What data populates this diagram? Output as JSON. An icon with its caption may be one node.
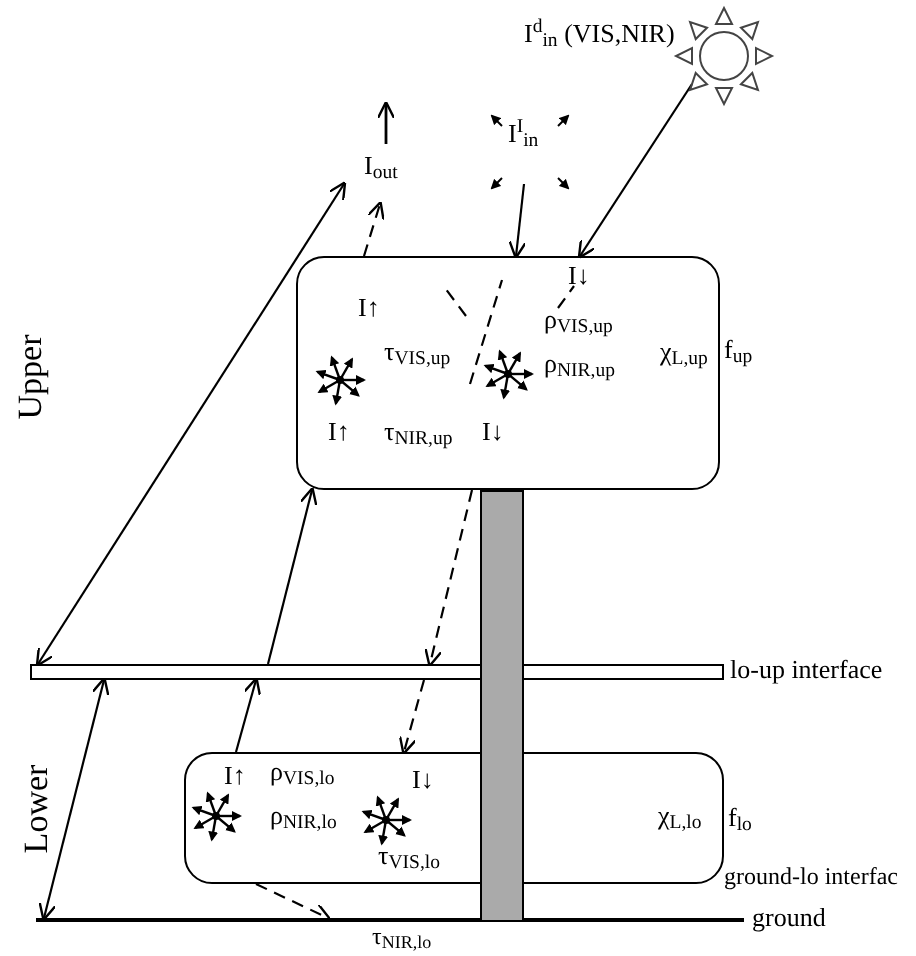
{
  "diagram": {
    "nodes": [
      {
        "text": [
          "I↓",
          "I↑",
          "ρ$_{VIS,up}$",
          "χ$_{L,up}$",
          "ρ$_{NIR,up}$",
          "τ$_{VIS,up}$",
          "I↑",
          "τ$_{NIR,up}$",
          "I↓"
        ],
        "beside": [
          "f$_{up}$"
        ]
      },
      {
        "text": [
          "I↑",
          "ρ$_{VIS,lo}$",
          "I↓",
          "ρ$_{NIR,lo}$",
          "χ$_{L,lo}$",
          "τ$_{VIS,lo}$"
        ],
        "beside": [
          "f$_{lo}$"
        ]
      },
      {
        "text": [],
        "shape": "bar",
        "beside": [
          "lo-up interface"
        ]
      },
      {
        "text": [],
        "shape": "bar",
        "beside": [
          "ground"
        ]
      },
      {
        "text": [],
        "shape": "circle",
        "beside": [
          "I$^{d}$$_{in}$ (VIS,NIR)"
        ]
      },
      {
        "text": [
          "I$_{out}$"
        ]
      },
      {
        "text": [
          "I$^{I}$$_{in}$"
        ]
      },
      {
        "text": [],
        "shape": "bar"
      }
    ],
    "edges": [
      {
        "from": 4,
        "to": 0,
        "arrow": "to"
      },
      {
        "from": 6,
        "to": 0,
        "arrow": "to"
      },
      {
        "from": 0,
        "to": 5,
        "arrow": "to",
        "style": "dashed"
      },
      {
        "from": 0,
        "to": 2,
        "arrow": "to",
        "style": "dashed"
      },
      {
        "from": 1,
        "to": 2,
        "arrow": "to"
      },
      {
        "from": 2,
        "to": 1,
        "arrow": "to",
        "style": "dashed"
      },
      {
        "from": 1,
        "to": 3,
        "arrow": "to",
        "style": "dashed"
      },
      {
        "from": 2,
        "to": 0,
        "arrow": "to"
      },
      {
        "from": 2,
        "to": 5,
        "arrow": "both"
      },
      {
        "from": 3,
        "to": 2,
        "arrow": "both"
      }
    ],
    "labels": [
      "Upper",
      "Lower",
      "ground-lo interfac",
      "τ$_{NIR,lo}$"
    ]
  }
}
